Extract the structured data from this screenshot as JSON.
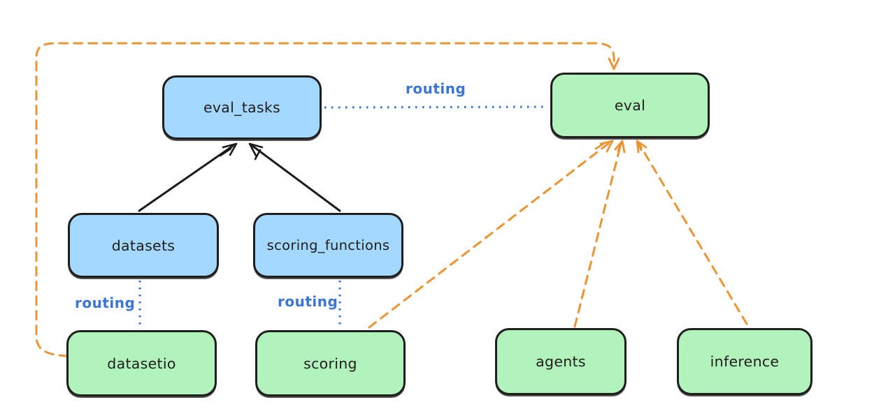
{
  "colors": {
    "background": "#ffffff",
    "api_fill_blue": "#a5d8ff",
    "provider_fill_green": "#b2f2bb",
    "node_border": "#1e1e1e",
    "node_text": "#1e1e1e",
    "routing_blue": "#3b76d6",
    "dependency_orange": "#eb9433",
    "arrow_black": "#1b1b1b"
  },
  "diagram": {
    "nodes": [
      {
        "id": "eval_tasks",
        "label": "eval_tasks",
        "color": "blue"
      },
      {
        "id": "eval",
        "label": "eval",
        "color": "green"
      },
      {
        "id": "datasets",
        "label": "datasets",
        "color": "blue"
      },
      {
        "id": "scoring_functions",
        "label": "scoring_functions",
        "color": "blue"
      },
      {
        "id": "datasetio",
        "label": "datasetio",
        "color": "green"
      },
      {
        "id": "scoring",
        "label": "scoring",
        "color": "green"
      },
      {
        "id": "agents",
        "label": "agents",
        "color": "green"
      },
      {
        "id": "inference",
        "label": "inference",
        "color": "green"
      }
    ],
    "edges": [
      {
        "from": "datasets",
        "to": "eval_tasks",
        "style": "solid-black-arrow",
        "label": ""
      },
      {
        "from": "scoring_functions",
        "to": "eval_tasks",
        "style": "solid-black-arrow",
        "label": ""
      },
      {
        "from": "eval_tasks",
        "to": "eval",
        "style": "dotted-blue",
        "label": "routing"
      },
      {
        "from": "datasets",
        "to": "datasetio",
        "style": "dotted-blue",
        "label": "routing"
      },
      {
        "from": "scoring_functions",
        "to": "scoring",
        "style": "dotted-blue",
        "label": "routing"
      },
      {
        "from": "datasetio",
        "to": "eval",
        "style": "dashed-orange-arrow",
        "label": ""
      },
      {
        "from": "scoring",
        "to": "eval",
        "style": "dashed-orange-arrow",
        "label": ""
      },
      {
        "from": "agents",
        "to": "eval",
        "style": "dashed-orange-arrow",
        "label": ""
      },
      {
        "from": "inference",
        "to": "eval",
        "style": "dashed-orange-arrow",
        "label": ""
      }
    ]
  }
}
